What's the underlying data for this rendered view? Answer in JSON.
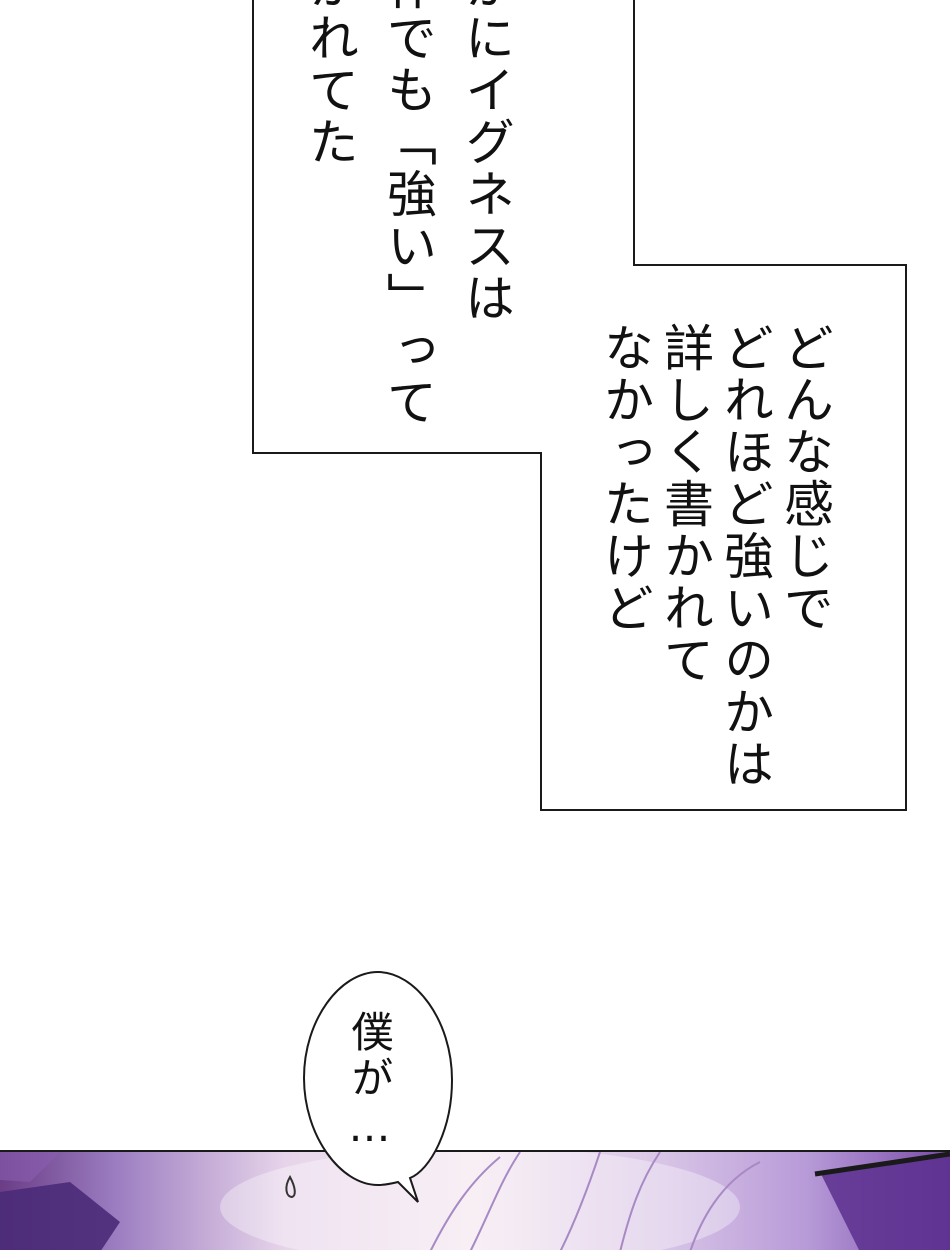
{
  "narration_top": {
    "lines": [
      "かにイグネスは",
      "作でも「強い」って",
      "かれてた"
    ]
  },
  "narration_bottom": {
    "lines": [
      "どんな感じで",
      "どれほど強いのかは",
      "詳しく書かれて",
      "なかったけど"
    ]
  },
  "speech_bubble": {
    "text": "僕が…"
  },
  "colors": {
    "panel_border": "#1a1a1a",
    "art_purple": "#7a4ca8",
    "art_pink": "#f4e7f0"
  }
}
